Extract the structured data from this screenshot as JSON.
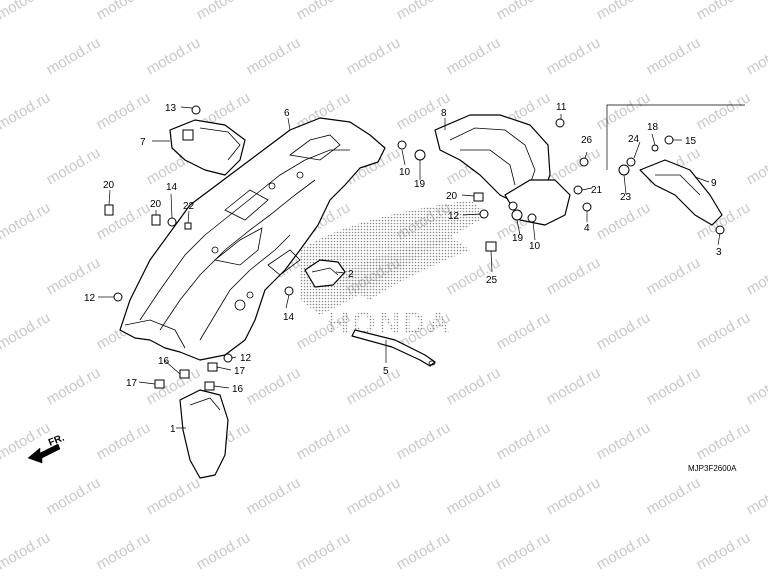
{
  "watermark_text": "motod.ru",
  "diagram_code": "MJP3F2600A",
  "direction_label": "FR.",
  "logo_text": "HONDA",
  "labels": [
    "1",
    "2",
    "3",
    "4",
    "5",
    "6",
    "7",
    "8",
    "9",
    "10",
    "11",
    "12",
    "13",
    "14",
    "15",
    "16",
    "17",
    "18",
    "19",
    "20",
    "21",
    "22",
    "23",
    "24",
    "25",
    "26"
  ]
}
